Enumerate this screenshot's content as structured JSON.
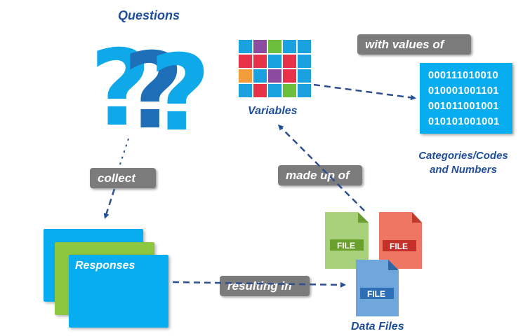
{
  "labels": {
    "questions": "Questions",
    "variables": "Variables",
    "categories_line1": "Categories/Codes",
    "categories_line2": "and Numbers",
    "responses": "Responses",
    "data_files": "Data Files"
  },
  "pills": {
    "with_values_of": "with values of",
    "collect": "collect",
    "made_up_of": "made up of",
    "resulting_in": "resulting in"
  },
  "codes": [
    "000111010010",
    "010001001101",
    "001011001001",
    "010101001001"
  ],
  "files": {
    "green": "FILE",
    "red": "FILE",
    "blue": "FILE"
  },
  "colors": {
    "title_blue": "#1f4e9c",
    "pill_gray": "#7b7b7b",
    "cyan": "#08adf0",
    "green": "#8dc63f",
    "red": "#e86050",
    "file_blue": "#5b9bd5"
  }
}
